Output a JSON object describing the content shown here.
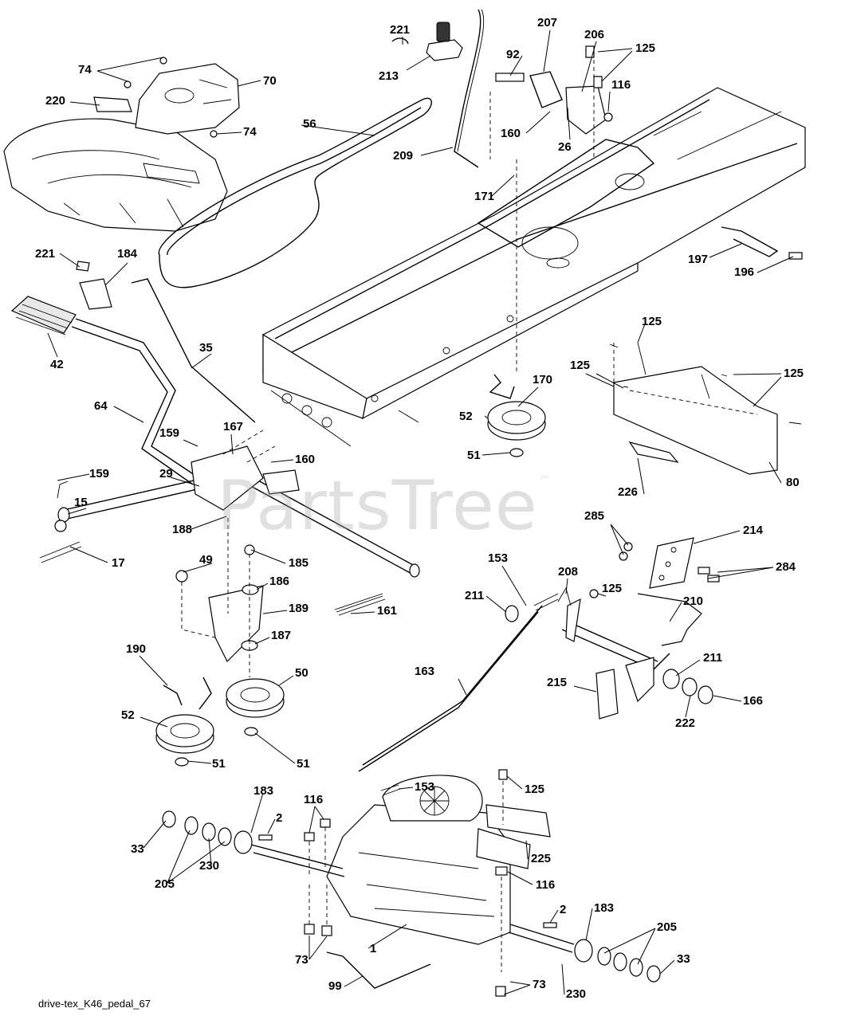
{
  "watermark": {
    "text": "PartsTree",
    "mark": "™"
  },
  "diagram_id": "drive-tex_K46_pedal_67",
  "callouts": [
    "221",
    "213",
    "207",
    "206",
    "125",
    "92",
    "116",
    "74",
    "70",
    "220",
    "56",
    "160",
    "26",
    "209",
    "74",
    "171",
    "197",
    "196",
    "221",
    "184",
    "42",
    "35",
    "125",
    "125",
    "125",
    "170",
    "52",
    "51",
    "64",
    "167",
    "159",
    "160",
    "159",
    "29",
    "15",
    "17",
    "188",
    "226",
    "80",
    "285",
    "214",
    "284",
    "49",
    "185",
    "186",
    "189",
    "187",
    "153",
    "208",
    "125",
    "211",
    "210",
    "161",
    "190",
    "50",
    "163",
    "211",
    "215",
    "222",
    "166",
    "52",
    "51",
    "51",
    "183",
    "116",
    "2",
    "153",
    "125",
    "33",
    "205",
    "230",
    "225",
    "116",
    "73",
    "2",
    "183",
    "205",
    "33",
    "99",
    "230",
    "73",
    "1"
  ]
}
